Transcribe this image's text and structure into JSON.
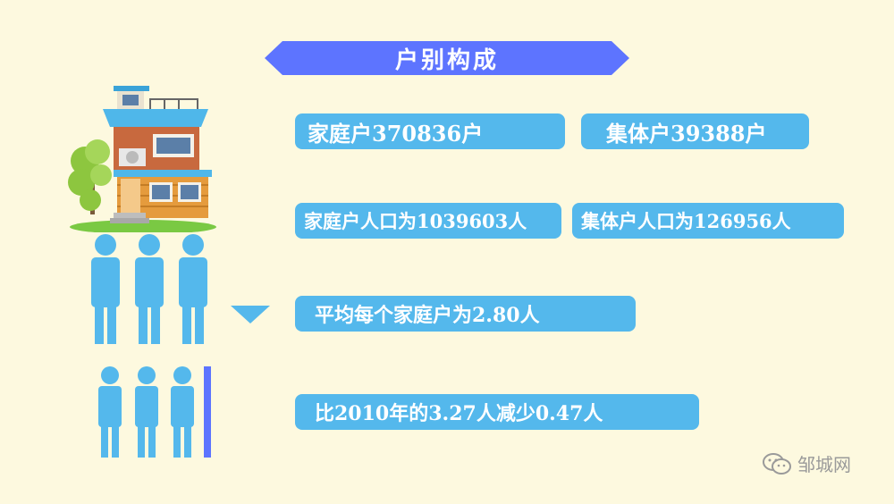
{
  "title": "户别构成",
  "stats": {
    "family_households": "家庭户370836户",
    "collective_households": "集体户39388户",
    "family_population": "家庭户人口为1039603人",
    "collective_population": "集体户人口为126956人",
    "avg_per_household": "平均每个家庭户为2.80人",
    "compare_2010": "比2010年的3.27人减少0.47人"
  },
  "watermark": "邹城网",
  "icons": [
    "house-illustration",
    "person-icon",
    "down-arrow-icon",
    "wechat-icon"
  ],
  "colors": {
    "background": "#fdf9df",
    "banner": "#5d74ff",
    "pill": "#54b8ec",
    "person": "#54b8ec",
    "person_partial": "#5d74ff"
  }
}
